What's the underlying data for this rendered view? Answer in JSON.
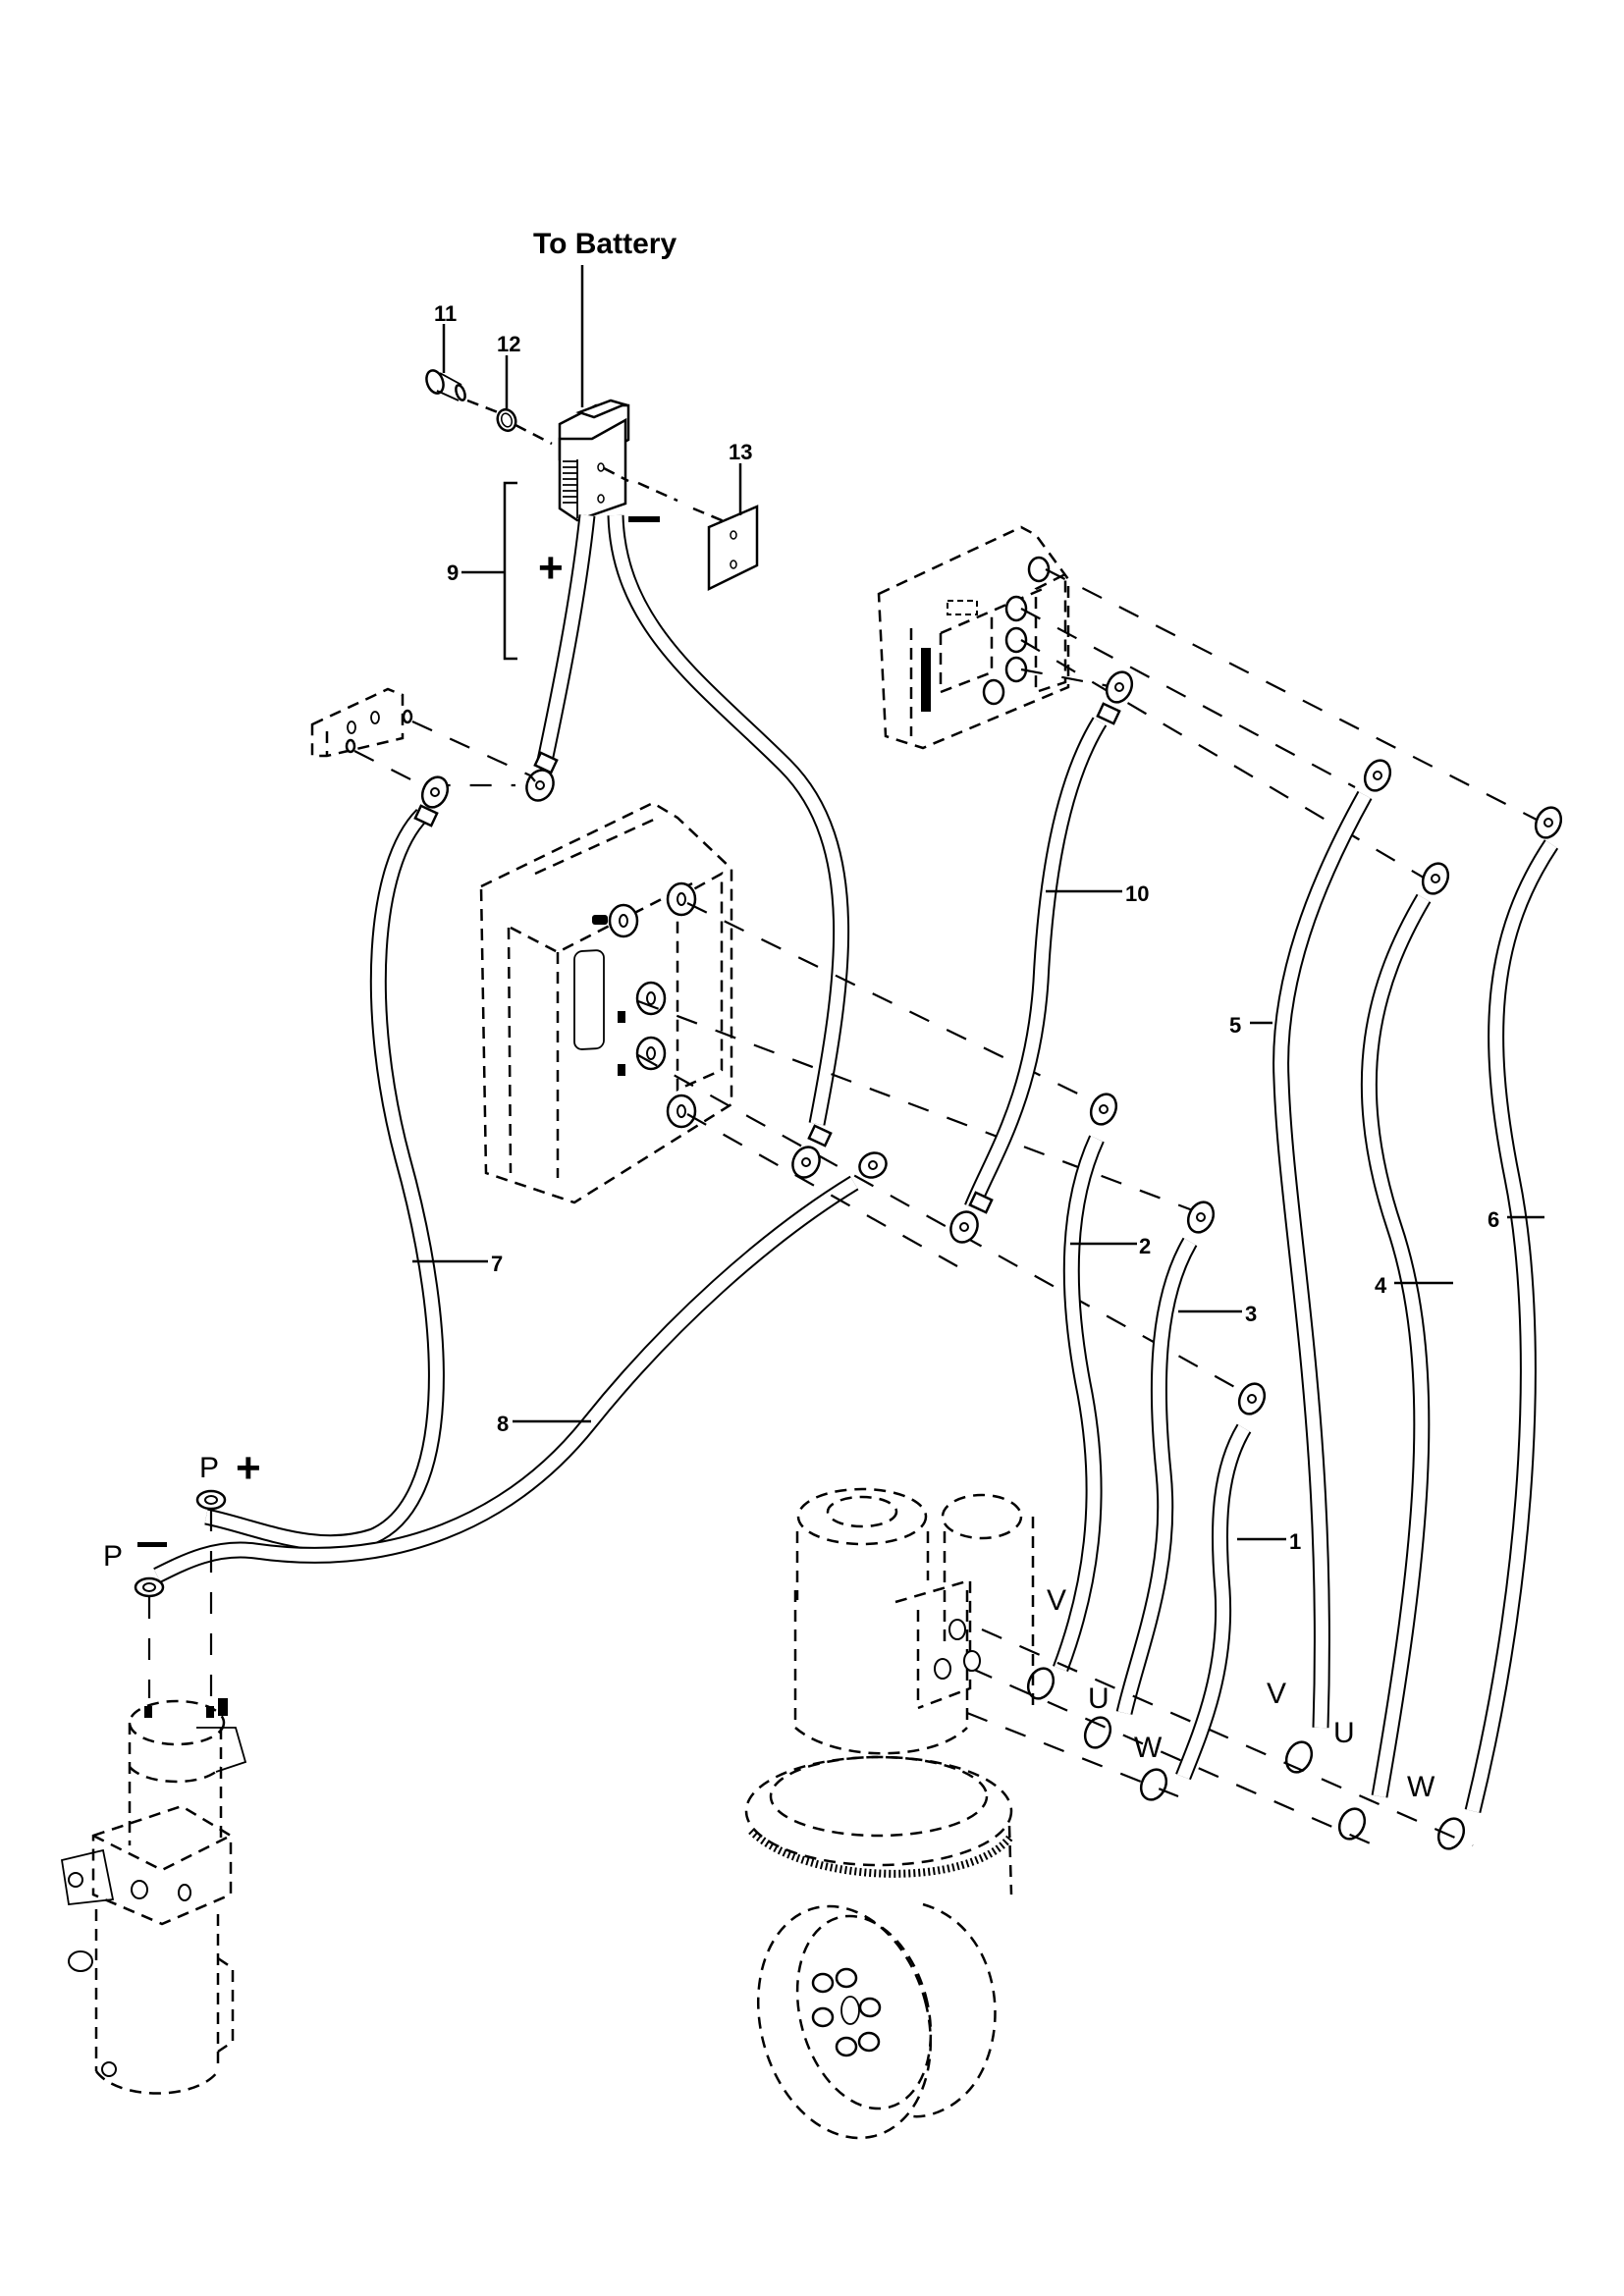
{
  "diagram": {
    "title_label": "To Battery",
    "callouts": [
      {
        "id": "1",
        "text": "1"
      },
      {
        "id": "2",
        "text": "2"
      },
      {
        "id": "3",
        "text": "3"
      },
      {
        "id": "4",
        "text": "4"
      },
      {
        "id": "5",
        "text": "5"
      },
      {
        "id": "6",
        "text": "6"
      },
      {
        "id": "7",
        "text": "7"
      },
      {
        "id": "8",
        "text": "8"
      },
      {
        "id": "9",
        "text": "9"
      },
      {
        "id": "10",
        "text": "10"
      },
      {
        "id": "11",
        "text": "11"
      },
      {
        "id": "12",
        "text": "12"
      },
      {
        "id": "13",
        "text": "13"
      }
    ],
    "connector_polarity": {
      "plus": "+",
      "minus": "−"
    },
    "pump_terminals": {
      "p_plus": {
        "letter": "P",
        "sign": "+"
      },
      "p_minus": {
        "letter": "P",
        "sign": "−"
      }
    },
    "motor_phases_near": [
      "V",
      "U",
      "W"
    ],
    "motor_phases_far": [
      "V",
      "U",
      "W"
    ],
    "components": [
      "battery-connector",
      "bolt",
      "washer",
      "insulator-plate",
      "fuse-block",
      "main-controller",
      "pump-controller",
      "drive-motor-wheel",
      "pump-motor"
    ],
    "line_color": "#000000",
    "background_color": "#ffffff"
  }
}
